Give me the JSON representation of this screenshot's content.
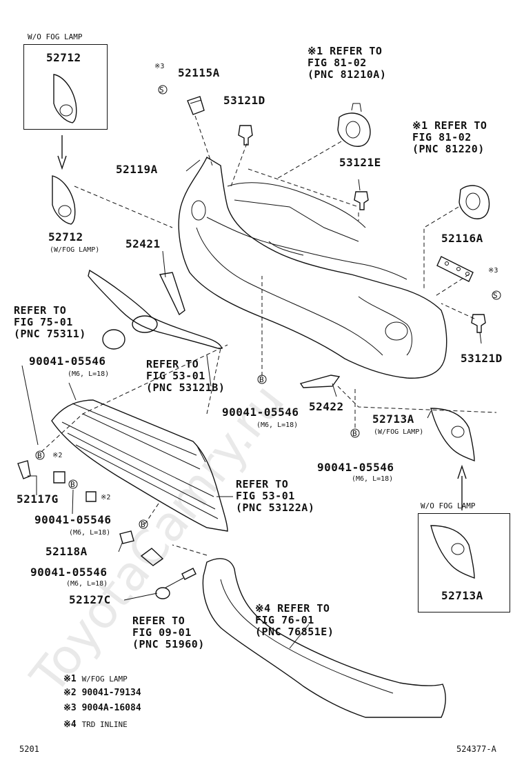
{
  "watermark": "ToyotaCamry.ru",
  "boxes": {
    "top_left_title": "W/O FOG LAMP",
    "bottom_right_title": "W/O FOG LAMP"
  },
  "labels": {
    "p52712_box": "52712",
    "p52712": "52712",
    "p52712_sub": "(W/FOG LAMP)",
    "p52115A": "52115A",
    "p52115A_mark": "※3",
    "p53121D_top": "53121D",
    "p52119A": "52119A",
    "p52421": "52421",
    "ref_81_02_a": "※1 REFER TO\nFIG 81-02\n(PNC 81210A)",
    "ref_81_02_b": "※1 REFER TO\nFIG 81-02\n(PNC 81220)",
    "p53121E": "53121E",
    "p52116A": "52116A",
    "p52116A_mark": "※3",
    "p53121D_right": "53121D",
    "ref_75_01": "REFER TO\nFIG 75-01\n(PNC 75311)",
    "p90041_a": "90041-05546",
    "p90041_a_sub": "(M6, L=18)",
    "ref_53_01_a": "REFER TO\nFIG 53-01\n(PNC 53121B)",
    "p90041_b": "90041-05546",
    "p90041_b_sub": "(M6, L=18)",
    "p52422": "52422",
    "p52713A": "52713A",
    "p52713A_sub": "(W/FOG LAMP)",
    "p90041_c": "90041-05546",
    "p90041_c_sub": "(M6, L=18)",
    "mark_x2_a": "※2",
    "mark_x2_b": "※2",
    "p52117G": "52117G",
    "p90041_d": "90041-05546",
    "p90041_d_sub": "(M6, L=18)",
    "ref_53_01_b": "REFER TO\nFIG 53-01\n(PNC 53122A)",
    "p52118A": "52118A",
    "p90041_e": "90041-05546",
    "p90041_e_sub": "(M6, L=18)",
    "p52127C": "52127C",
    "ref_09_01": "REFER TO\nFIG 09-01\n(PNC 51960)",
    "ref_76_01": "※4 REFER TO\nFIG 76-01\n(PNC 76851E)",
    "p52713A_box": "52713A",
    "bolt_b": "B",
    "clip_s": "S"
  },
  "legend": [
    {
      "mark": "※1",
      "text": "W/FOG LAMP"
    },
    {
      "mark": "※2",
      "text": "90041-79134"
    },
    {
      "mark": "※3",
      "text": "9004A-16084"
    },
    {
      "mark": "※4",
      "text": "TRD INLINE"
    }
  ],
  "footer": {
    "left": "5201",
    "right": "524377-A"
  }
}
